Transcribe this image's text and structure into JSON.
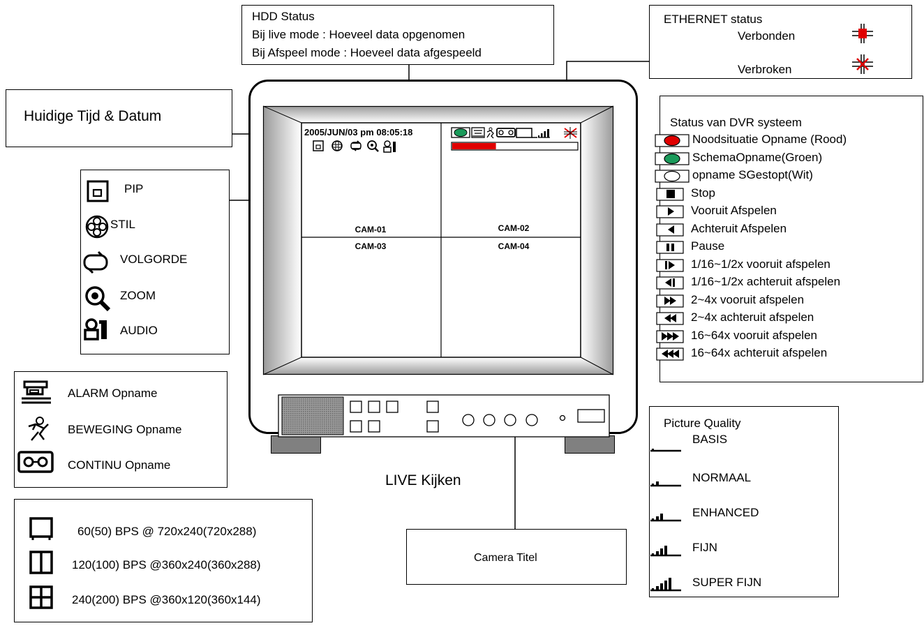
{
  "hdd": {
    "title": "HDD Status",
    "line1": "Bij live mode : Hoeveel data opgenomen",
    "line2": "Bij Afspeel mode : Hoeveel data afgespeeld"
  },
  "ethernet": {
    "title": "ETHERNET status",
    "connected": "Verbonden",
    "disconnected": "Verbroken"
  },
  "time_label": "Huidige Tijd & Datum",
  "monitor": {
    "datetime": "2005/JUN/03 pm 08:05:18",
    "cams": [
      "CAM-01",
      "CAM-02",
      "CAM-03",
      "CAM-04"
    ],
    "hdd_fill": 0.35
  },
  "modes": {
    "items": [
      {
        "icon": "pip-icon",
        "label": "PIP"
      },
      {
        "icon": "still-icon",
        "label": "STIL"
      },
      {
        "icon": "sequence-icon",
        "label": "VOLGORDE"
      },
      {
        "icon": "zoom-icon",
        "label": "ZOOM"
      },
      {
        "icon": "audio-icon",
        "label": "AUDIO"
      }
    ]
  },
  "recording": {
    "items": [
      {
        "icon": "alarm-camera-icon",
        "label": "ALARM Opname"
      },
      {
        "icon": "motion-person-icon",
        "label": "BEWEGING Opname"
      },
      {
        "icon": "tape-icon",
        "label": "CONTINU Opname"
      }
    ]
  },
  "bps": {
    "items": [
      "60(50) BPS @ 720x240(720x288)",
      "120(100) BPS @360x240(360x288)",
      "240(200) BPS @360x120(360x144)"
    ]
  },
  "dvr": {
    "title": "Status van DVR systeem",
    "items": [
      {
        "icon": "red-circle-icon",
        "label": "Noodsituatie Opname (Rood)",
        "color": "#e00000"
      },
      {
        "icon": "green-circle-icon",
        "label": "SchemaOpname(Groen)",
        "color": "#1a9a5a"
      },
      {
        "icon": "white-circle-icon",
        "label": "opname SGestopt(Wit)",
        "color": "#ffffff"
      },
      {
        "icon": "stop-icon",
        "label": "Stop"
      },
      {
        "icon": "play-icon",
        "label": "Vooruit Afspelen"
      },
      {
        "icon": "reverse-icon",
        "label": "Achteruit Afspelen"
      },
      {
        "icon": "pause-icon",
        "label": "Pause"
      },
      {
        "icon": "slow-forward-icon",
        "label": "1/16~1/2x vooruit afspelen"
      },
      {
        "icon": "slow-reverse-icon",
        "label": "1/16~1/2x achteruit afspelen"
      },
      {
        "icon": "fast-forward-icon",
        "label": "2~4x vooruit afspelen"
      },
      {
        "icon": "fast-reverse-icon",
        "label": "2~4x achteruit afspelen"
      },
      {
        "icon": "very-fast-forward-icon",
        "label": "16~64x vooruit afspelen"
      },
      {
        "icon": "very-fast-reverse-icon",
        "label": "16~64x achteruit afspelen"
      }
    ]
  },
  "quality": {
    "title": "Picture Quality",
    "items": [
      {
        "label": "BASIS",
        "level": 1
      },
      {
        "label": "NORMAAL",
        "level": 2
      },
      {
        "label": "ENHANCED",
        "level": 3
      },
      {
        "label": "FIJN",
        "level": 4
      },
      {
        "label": "SUPER FIJN",
        "level": 5
      }
    ]
  },
  "live_label": "LIVE Kijken",
  "camera_title_label": "Camera Titel"
}
